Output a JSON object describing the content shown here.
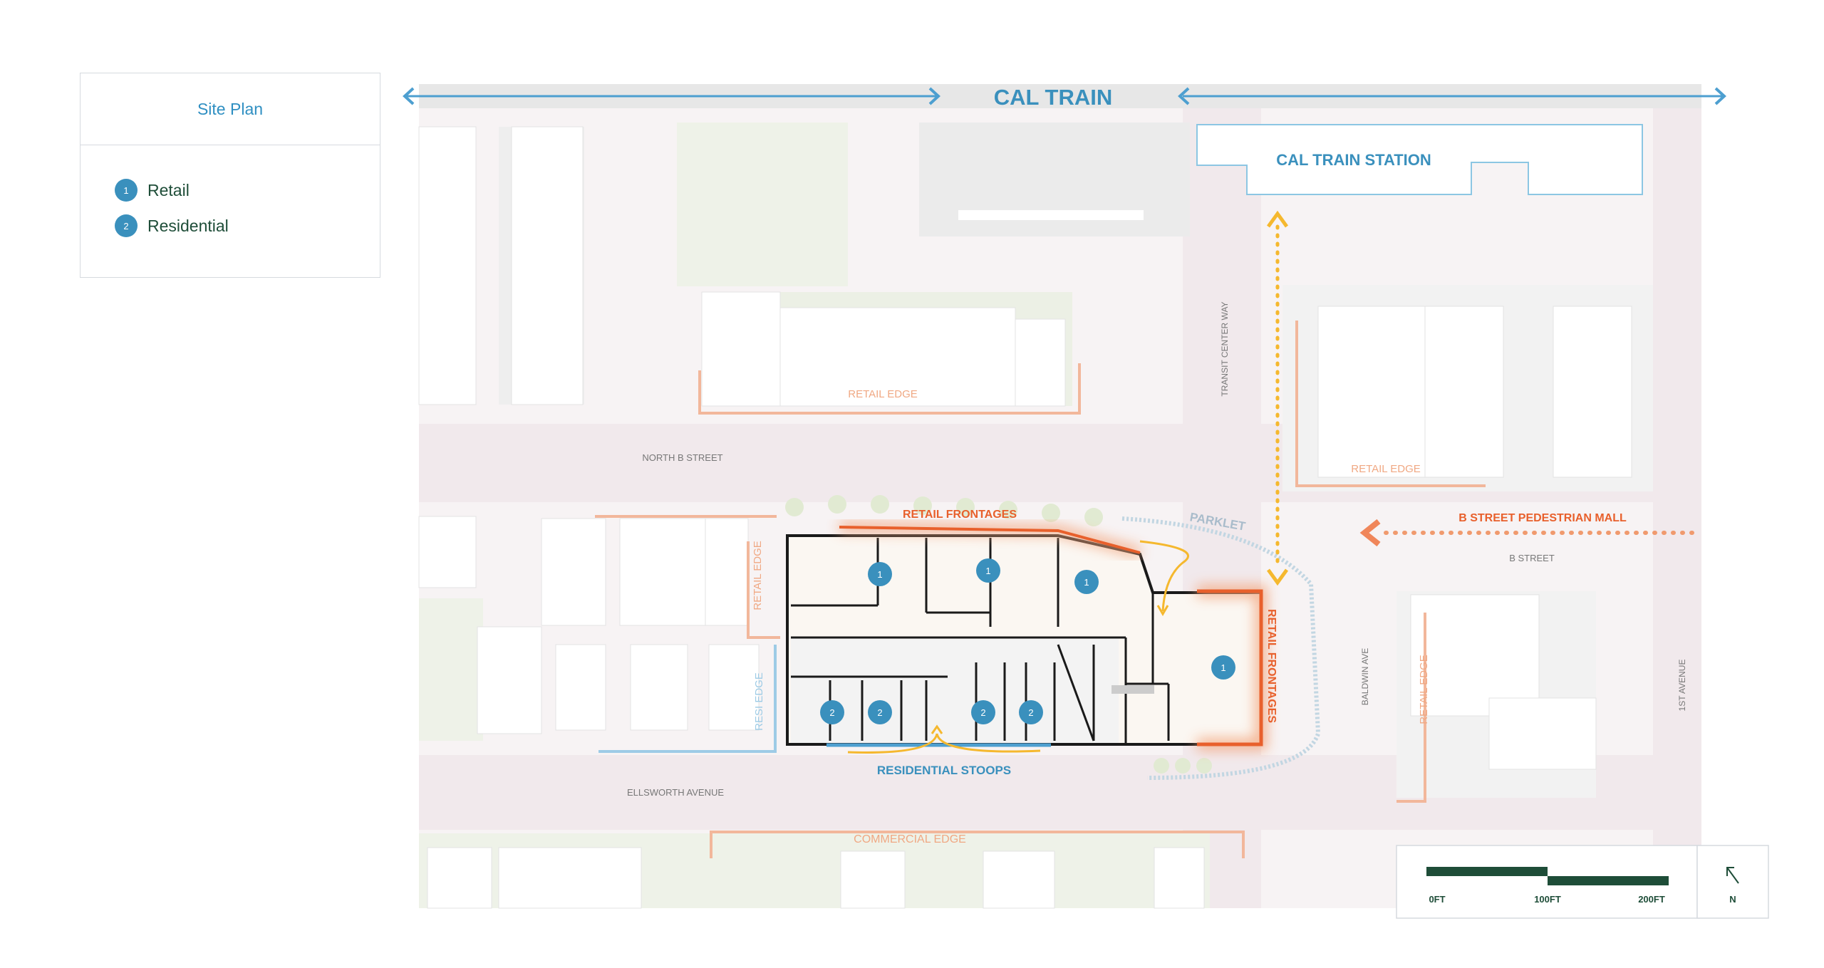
{
  "legend": {
    "title": "Site Plan",
    "items": [
      {
        "number": "1",
        "label": "Retail"
      },
      {
        "number": "2",
        "label": "Residential"
      }
    ]
  },
  "map": {
    "cal_train": "CAL TRAIN",
    "cal_train_station": "CAL TRAIN STATION",
    "retail_edge": "RETAIL EDGE",
    "retail_frontages": "RETAIL FRONTAGES",
    "parklet": "PARKLET",
    "b_street_pedestrian_mall": "B STREET PEDESTRIAN MALL",
    "resi_edge": "RESI EDGE",
    "residential_stoops": "RESIDENTIAL STOOPS",
    "commercial_edge": "COMMERCIAL EDGE",
    "streets": {
      "north_b_street": "NORTH B STREET",
      "b_street": "B STREET",
      "ellsworth_avenue": "ELLSWORTH AVENUE",
      "transit_center_way": "TRANSIT CENTER WAY",
      "baldwin_ave": "BALDWIN AVE",
      "first_avenue": "1ST AVENUE"
    },
    "markers": {
      "retail": "1",
      "residential": "2"
    }
  },
  "scale_bar": {
    "labels": [
      "0FT",
      "100FT",
      "200FT"
    ],
    "north_label": "N"
  },
  "colors": {
    "accent_blue": "#3a90bd",
    "title_blue": "#2f8fc2",
    "retail_orange": "#e8602c",
    "edge_orange": "#f2b79b",
    "path_yellow": "#f5b82e",
    "dark_green": "#1e4d38"
  }
}
